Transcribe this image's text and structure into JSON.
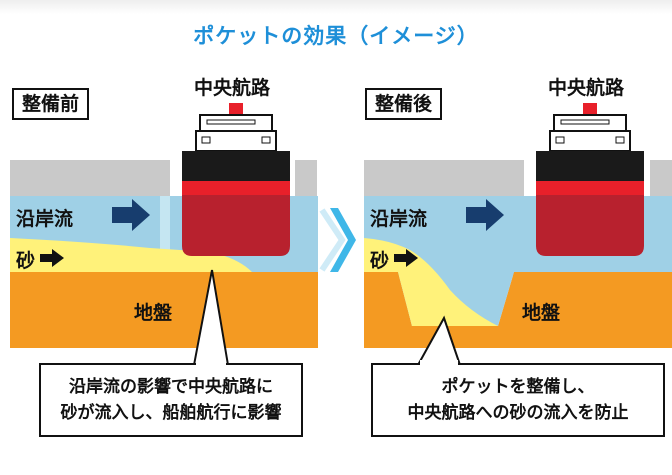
{
  "title": "ポケットの効果（イメージ）",
  "before": {
    "tag": "整備前",
    "channel": "中央航路",
    "current": "沿岸流",
    "sand": "砂",
    "ground": "地盤",
    "caption_line1": "沿岸流の影響で中央航路に",
    "caption_line2": "砂が流入し、船舶航行に影響"
  },
  "after": {
    "tag": "整備後",
    "channel": "中央航路",
    "current": "沿岸流",
    "sand": "砂",
    "ground": "地盤",
    "caption_line1": "ポケットを整備し、",
    "caption_line2": "中央航路への砂の流入を防止"
  },
  "colors": {
    "title": "#1e8fd8",
    "water": "#9fd0e6",
    "water_light": "#c5e6f2",
    "sand": "#fff27a",
    "ground": "#f49a22",
    "hull": "#b8212e",
    "hull_band": "#e8202a",
    "deck": "#1a1a1a",
    "arrow": "#173d6e",
    "transition_arrow": "#3fb7e8",
    "quay": "#c9c9c9"
  }
}
